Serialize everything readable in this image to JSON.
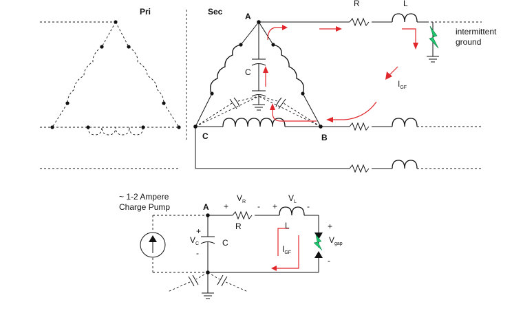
{
  "labels": {
    "primary": "Pri",
    "secondary": "Sec",
    "node_a": "A",
    "node_b": "B",
    "node_c": "C",
    "capacitor": "C",
    "resistor": "R",
    "inductor": "L",
    "fault_current": "I",
    "fault_current_sub": "GF",
    "intermittent_ground_line1": "intermittent",
    "intermittent_ground_line2": "ground"
  },
  "equivalent": {
    "source_line1": "~ 1-2 Ampere",
    "source_line2": "Charge Pump",
    "node_a": "A",
    "vr": "V",
    "vr_sub": "R",
    "vl": "V",
    "vl_sub": "L",
    "resistor": "R",
    "inductor": "L",
    "capacitor": "C",
    "vc": "V",
    "vc_sub": "C",
    "igf": "I",
    "igf_sub": "GF",
    "vgap": "V",
    "vgap_sub": "gap",
    "plus": "+",
    "minus": "-"
  },
  "colors": {
    "current_arrows": "#e0282c",
    "spark": "#1fc46e"
  }
}
